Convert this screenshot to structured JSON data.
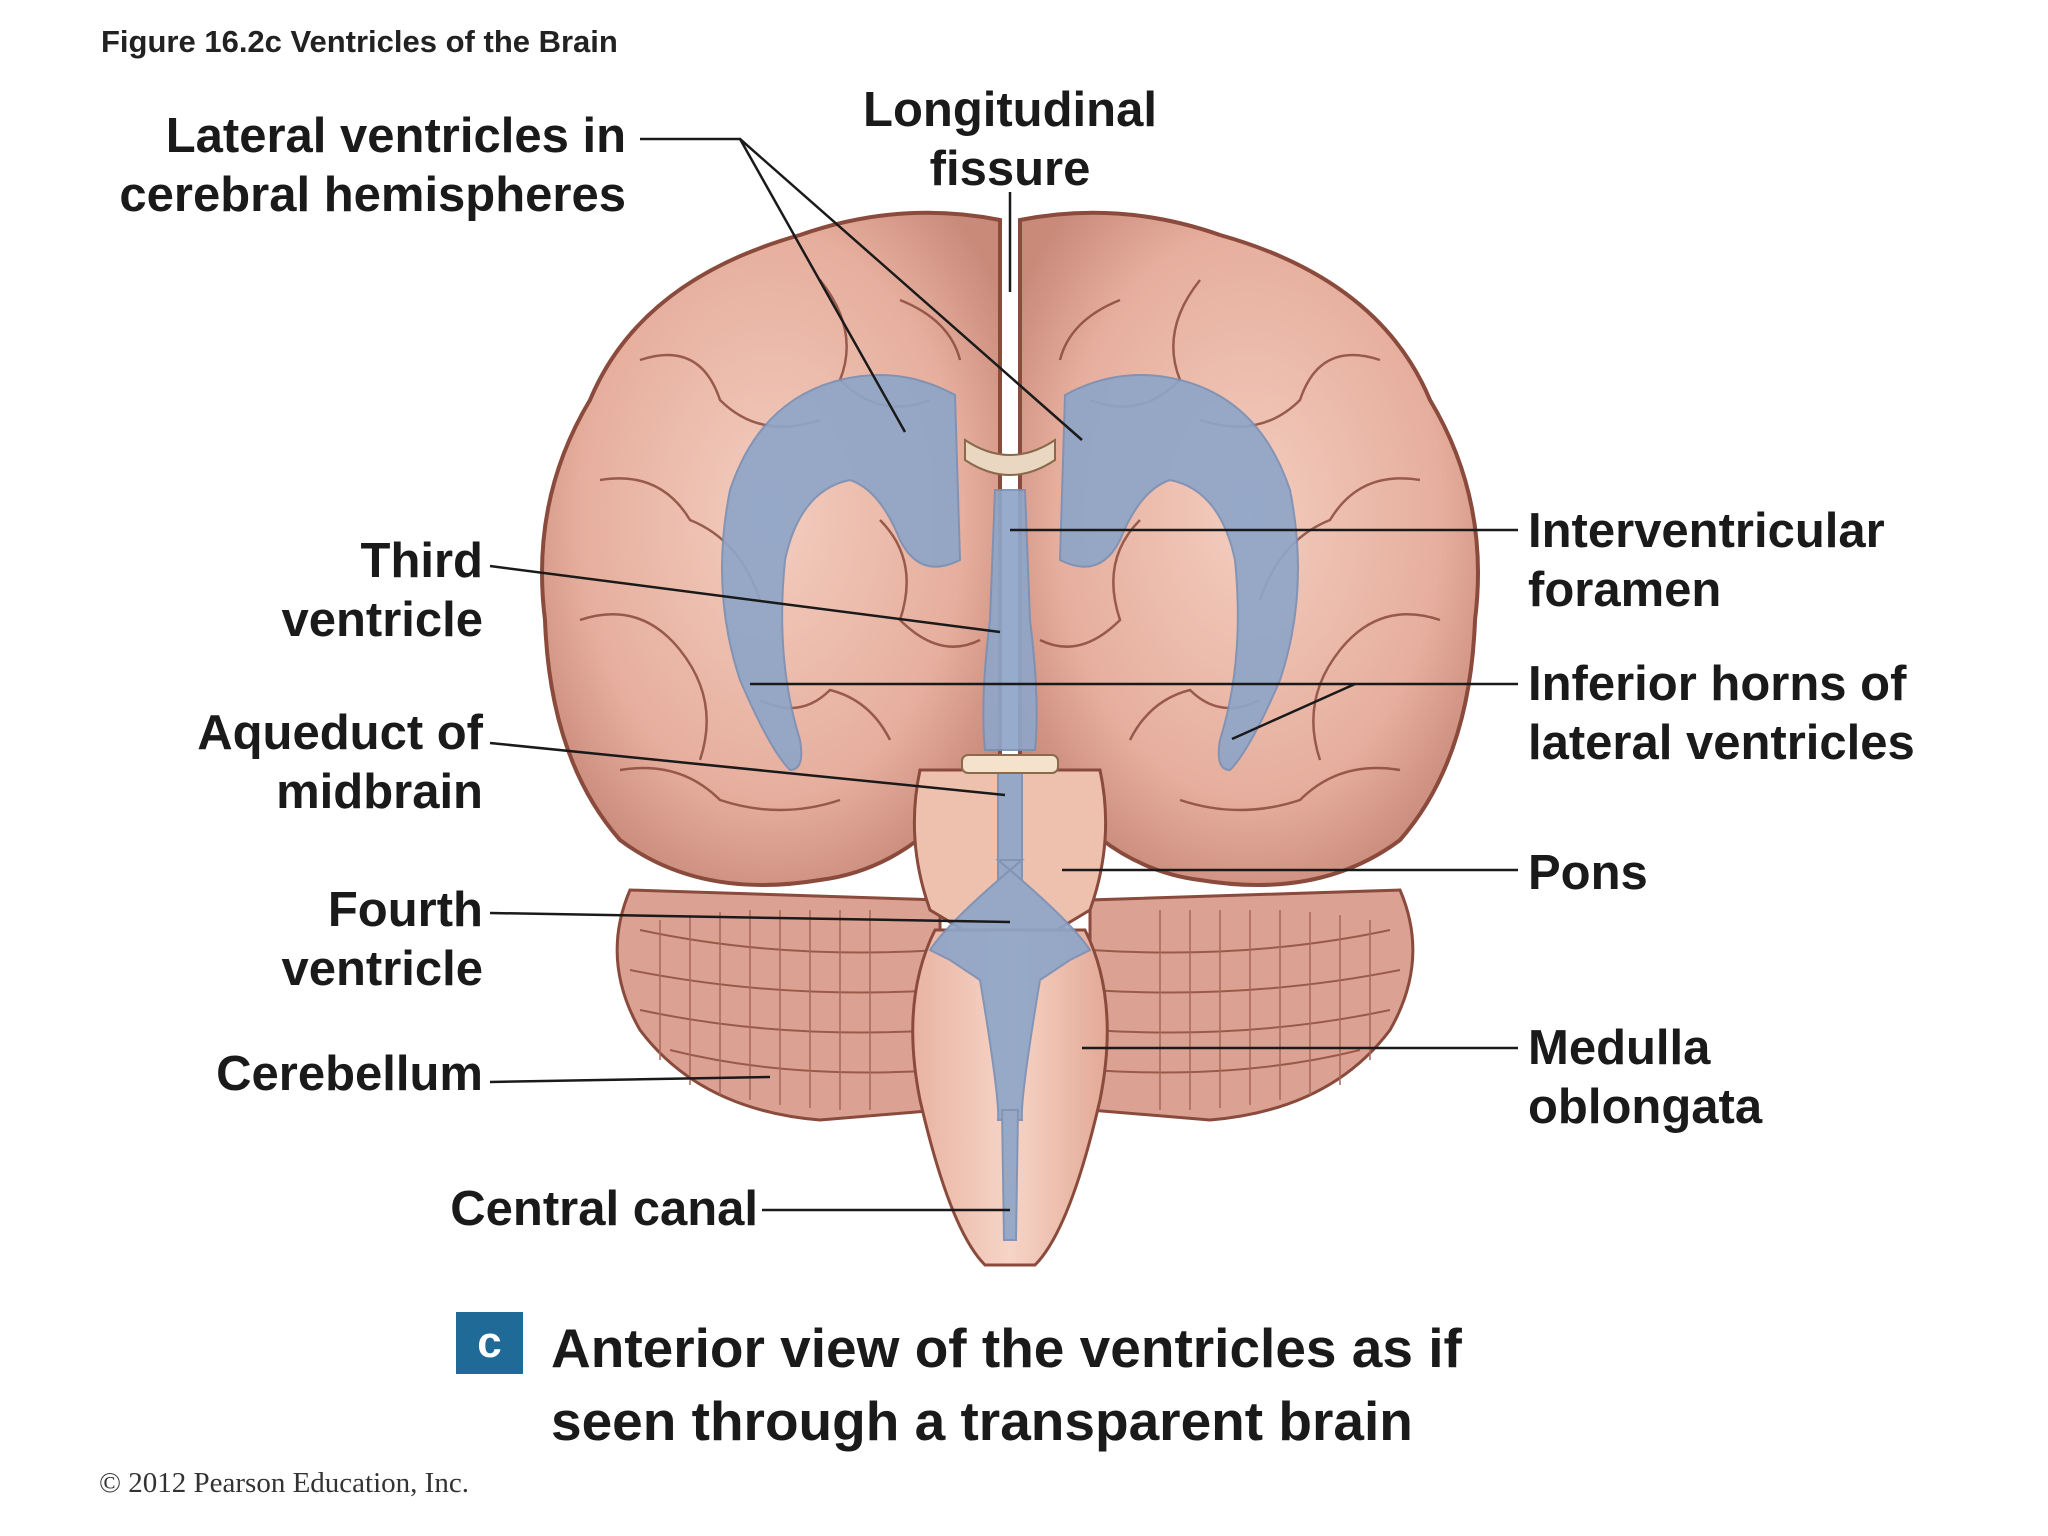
{
  "figure": {
    "title": "Figure 16.2c  Ventricles of the Brain",
    "caption_badge": "c",
    "caption_lines": [
      "Anterior view of the ventricles as if",
      "seen through a transparent brain"
    ],
    "copyright": "© 2012 Pearson Education, Inc."
  },
  "labels": {
    "lateral_ventricles": [
      "Lateral ventricles in",
      "cerebral hemispheres"
    ],
    "longitudinal_fissure": [
      "Longitudinal",
      "fissure"
    ],
    "third_ventricle": [
      "Third",
      "ventricle"
    ],
    "aqueduct": [
      "Aqueduct of",
      "midbrain"
    ],
    "fourth_ventricle": [
      "Fourth",
      "ventricle"
    ],
    "cerebellum": [
      "Cerebellum"
    ],
    "central_canal": [
      "Central canal"
    ],
    "interventricular_foramen": [
      "Interventricular",
      "foramen"
    ],
    "inferior_horns": [
      "Inferior horns of",
      "lateral ventricles"
    ],
    "pons": [
      "Pons"
    ],
    "medulla": [
      "Medulla",
      "oblongata"
    ]
  },
  "colors": {
    "brain": "#e7b3a3",
    "brain_outline": "#8a4a3c",
    "ventricle": "#8fa6c8",
    "cerebellum": "#dba294",
    "brainstem": "#f0c6b6",
    "badge": "#1f6a96"
  }
}
